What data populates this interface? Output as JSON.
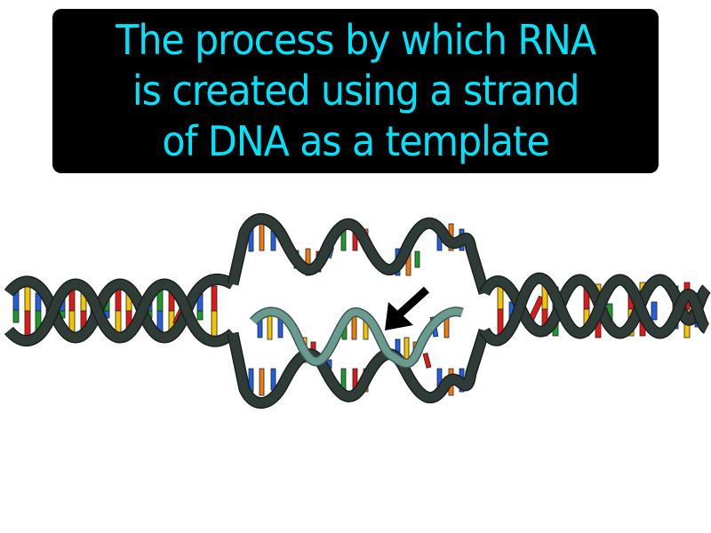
{
  "caption": {
    "lines": [
      "The process by which RNA",
      "is created using a strand",
      "of DNA as a template"
    ],
    "text_color": "#00e3fc",
    "background_color": "#000000"
  },
  "diagram": {
    "subject": "transcription",
    "elements": [
      "left-dna-double-helix",
      "transcription-bubble-upper-strand",
      "transcription-bubble-template-strand",
      "rna-strand",
      "pointer-arrow",
      "right-dna-double-helix"
    ],
    "colors": {
      "dna_backbone": "#2f3b36",
      "rna_backbone": "#6a9a90",
      "base_blue": "#1f5fe0",
      "base_yellow": "#f5c400",
      "base_red": "#e01818",
      "base_green": "#1a9a2a",
      "base_orange": "#f07a10",
      "arrow": "#000000"
    }
  }
}
